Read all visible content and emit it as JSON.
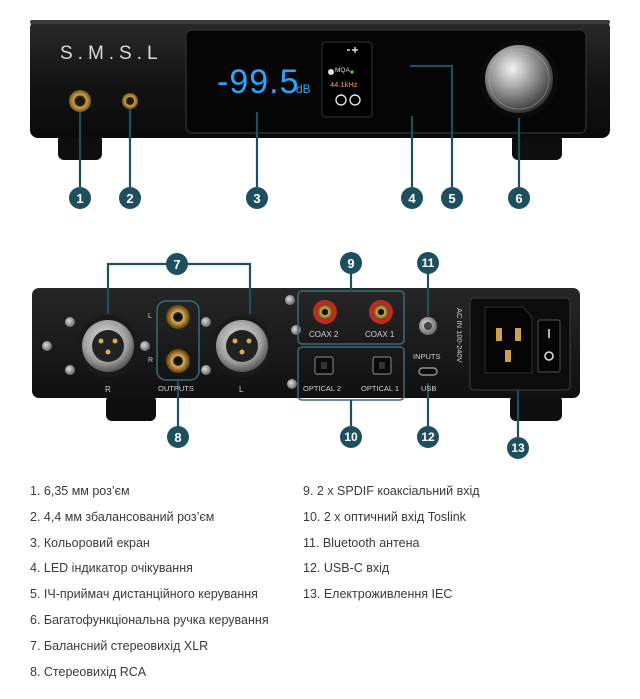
{
  "device": {
    "brand": "S.M.S.L",
    "display_volume": "-99.5",
    "display_unit": "dB",
    "display_format": "MQA",
    "display_rate": "44.1kHz"
  },
  "rear_labels": {
    "coax2": "COAX 2",
    "coax1": "COAX 1",
    "outputs": "OUTPUTS",
    "inputs": "INPUTS",
    "optical2": "OPTICAL 2",
    "optical1": "OPTICAL 1",
    "usb": "USB",
    "power": "AC IN 100-240V",
    "xlr_right": "R",
    "xlr_left": "L",
    "rca_left": "L",
    "rca_right": "R"
  },
  "callouts": [
    "1",
    "2",
    "3",
    "4",
    "5",
    "6",
    "7",
    "8",
    "9",
    "10",
    "11",
    "12",
    "13"
  ],
  "legend": {
    "left": [
      "1. 6,35 мм роз’єм",
      "2. 4,4 мм збалансований роз’єм",
      "3. Кольоровий екран",
      "4. LED індикатор очікування",
      "5. ІЧ-приймач дистанційного керування",
      "6. Багатофункціональна ручка керування",
      "7. Балансний стереовихід XLR",
      "8. Стереовихід RCA"
    ],
    "right": [
      "9. 2 х SPDIF коаксіальний вхід",
      "10. 2 х оптичний вхід Toslink",
      "11. Bluetooth антена",
      "12. USB-C вхід",
      "13. Електроживлення IEC"
    ]
  },
  "colors": {
    "callout": "#1e4f5f",
    "display_blue": "#2aa6ff",
    "chassis": "#121212"
  }
}
